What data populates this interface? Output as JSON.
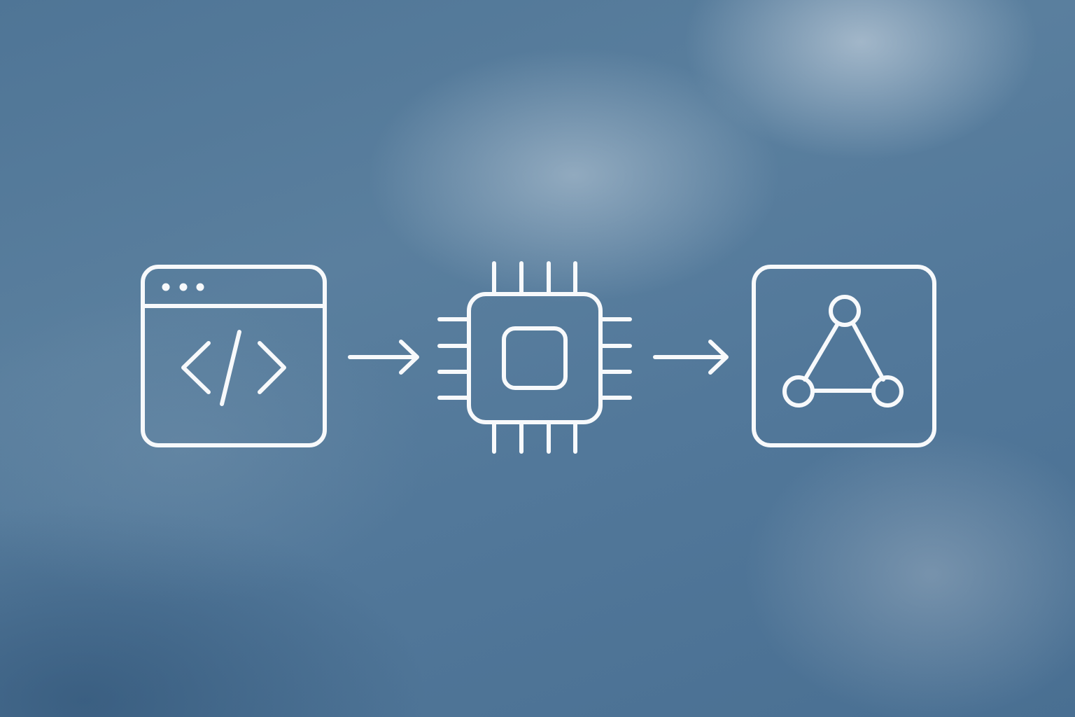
{
  "diagram": {
    "nodes": [
      {
        "id": "code",
        "icon": "code-window-icon"
      },
      {
        "id": "chip",
        "icon": "cpu-chip-icon"
      },
      {
        "id": "graph",
        "icon": "network-graph-icon"
      }
    ],
    "edges": [
      {
        "from": "code",
        "to": "chip",
        "icon": "arrow-right-icon"
      },
      {
        "from": "chip",
        "to": "graph",
        "icon": "arrow-right-icon"
      }
    ]
  },
  "colors": {
    "background": "#527899",
    "stroke": "#f7f9fb"
  }
}
